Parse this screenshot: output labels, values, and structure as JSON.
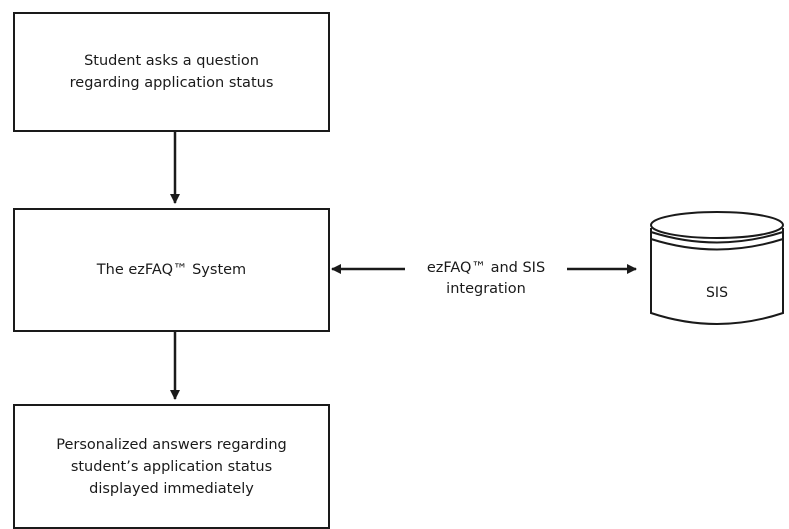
{
  "nodes": {
    "question": {
      "text": "Student asks a question\nregarding application status"
    },
    "system": {
      "text": "The ezFAQ™ System"
    },
    "answers": {
      "text": "Personalized answers regarding\nstudent’s application status\ndisplayed immediately"
    },
    "sis": {
      "text": "SIS"
    }
  },
  "edges": {
    "integration": {
      "text": "ezFAQ™ and SIS\nintegration"
    }
  },
  "colors": {
    "stroke": "#1a1a1a",
    "background": "#ffffff"
  }
}
